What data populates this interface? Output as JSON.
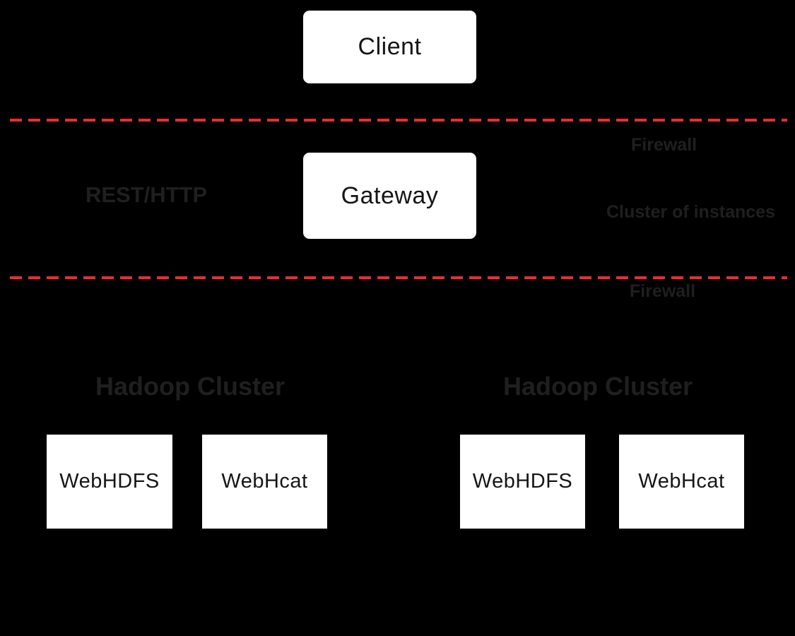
{
  "diagram": {
    "title": "Gateway architecture diagram",
    "background_color": "#000000",
    "firewall_line_color": "#ec2b33",
    "dim_label_color": "#1f1f1f",
    "node_fill_color": "#ffffff",
    "nodes": {
      "client": "Client",
      "gateway": "Gateway"
    },
    "labels": {
      "rest_http": "REST/HTTP",
      "firewall_top": "Firewall",
      "cluster_of_instances": "Cluster of instances",
      "firewall_bottom": "Firewall"
    },
    "clusters": [
      {
        "title": "Hadoop Cluster",
        "services": [
          "WebHDFS",
          "WebHcat"
        ]
      },
      {
        "title": "Hadoop Cluster",
        "services": [
          "WebHDFS",
          "WebHcat"
        ]
      }
    ]
  }
}
